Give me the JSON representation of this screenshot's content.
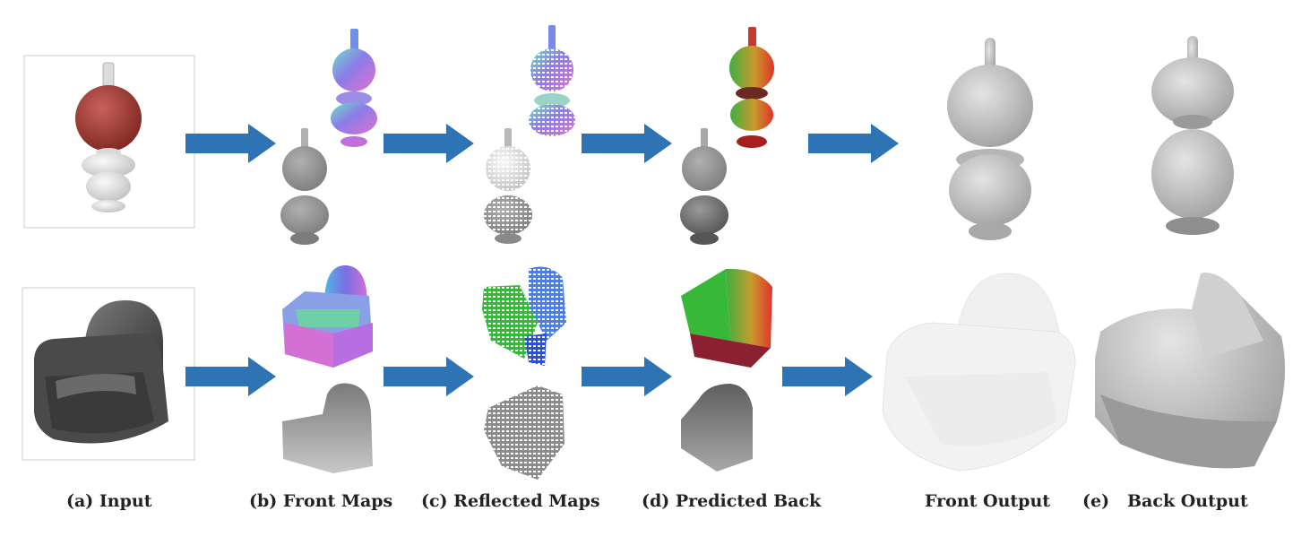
{
  "captions": {
    "input": "(a) Input",
    "front_maps": "(b) Front Maps",
    "reflected_maps": "(c) Reflected Maps",
    "predicted_back": "(d) Predicted Back",
    "front_output": "Front Output",
    "back_output_letter": "(e)",
    "back_output": "Back Output"
  },
  "colors": {
    "arrow": "#2e74b5",
    "frame": "#cccccc",
    "vase_ball": "#a23a36",
    "depth_gray": "#8f8f8f",
    "output_gray": "#c8c8c8"
  }
}
